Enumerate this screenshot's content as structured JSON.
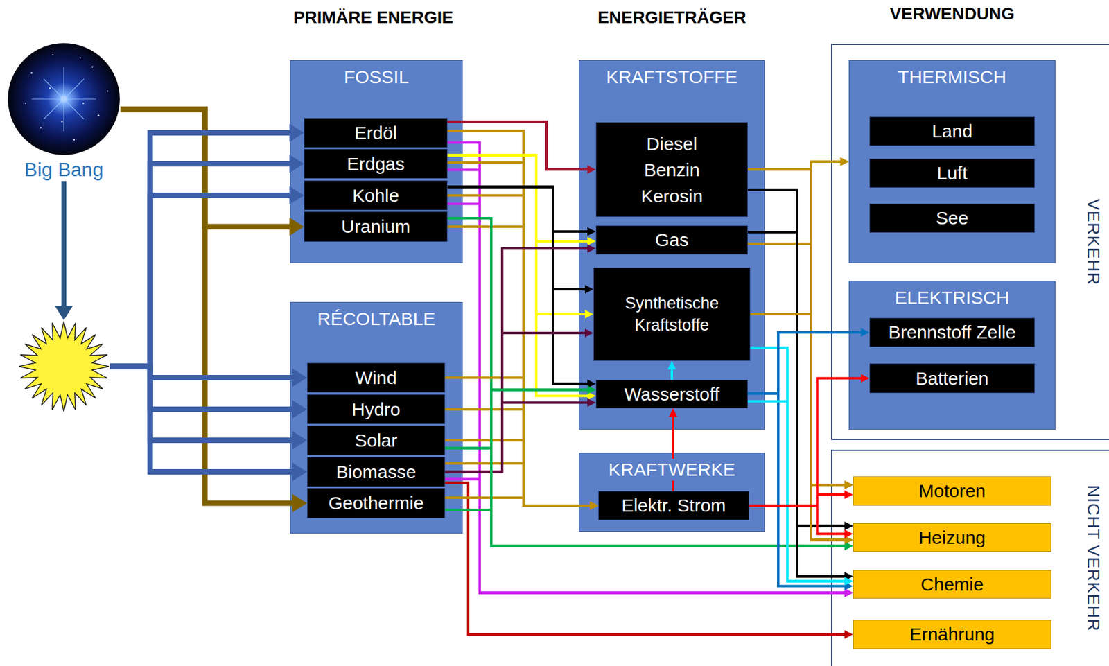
{
  "diagram": {
    "nodes": [
      {
        "text": [
          "Big Bang"
        ]
      },
      {
        "text": []
      },
      {
        "text": [
          "FOSSIL"
        ]
      },
      {
        "text": [
          "Erdöl"
        ],
        "in": 2
      },
      {
        "text": [
          "Erdgas"
        ],
        "in": 2
      },
      {
        "text": [
          "Kohle"
        ],
        "in": 2
      },
      {
        "text": [
          "Uranium"
        ],
        "in": 2
      },
      {
        "text": [
          "RÉCOLTABLE"
        ]
      },
      {
        "text": [
          "Wind"
        ],
        "in": 7
      },
      {
        "text": [
          "Hydro"
        ],
        "in": 7
      },
      {
        "text": [
          "Solar"
        ],
        "in": 7
      },
      {
        "text": [
          "Biomasse"
        ],
        "in": 7
      },
      {
        "text": [
          "Geothermie"
        ],
        "in": 7
      },
      {
        "text": [
          "KRAFTSTOFFE"
        ]
      },
      {
        "text": [
          "Diesel Benzin Kerosin"
        ],
        "in": 13
      },
      {
        "text": [
          "Gas"
        ],
        "in": 13
      },
      {
        "text": [
          "Synthetische Kraftstoffe"
        ],
        "in": 13
      },
      {
        "text": [
          "Wasserstoff"
        ],
        "in": 13
      },
      {
        "text": [
          "KRAFTWERKE"
        ]
      },
      {
        "text": [
          "Elektr. Strom"
        ],
        "in": 18
      },
      {
        "text": [
          "VERKEHR"
        ]
      },
      {
        "text": [
          "THERMISCH"
        ],
        "in": 20
      },
      {
        "text": [
          "Land"
        ],
        "in": 21
      },
      {
        "text": [
          "Luft"
        ],
        "in": 21
      },
      {
        "text": [
          "See"
        ],
        "in": 21
      },
      {
        "text": [
          "ELEKTRISCH"
        ],
        "in": 20
      },
      {
        "text": [
          "Brennstoff Zelle"
        ],
        "in": 25
      },
      {
        "text": [
          "Batterien"
        ],
        "in": 25
      },
      {
        "text": [
          "NICHT VERKEHR"
        ]
      },
      {
        "text": [
          "Motoren"
        ],
        "in": 28
      },
      {
        "text": [
          "Heizung"
        ],
        "in": 28
      },
      {
        "text": [
          "Chemie"
        ],
        "in": 28
      },
      {
        "text": [
          "Ernährung"
        ],
        "in": 28
      }
    ],
    "edges": [
      {
        "from": 0,
        "to": 1,
        "arrow": "to"
      },
      {
        "from": 0,
        "to": 6,
        "arrow": "to"
      },
      {
        "from": 0,
        "to": 12,
        "arrow": "to"
      },
      {
        "from": 1,
        "to": 3,
        "arrow": "to"
      },
      {
        "from": 1,
        "to": 4,
        "arrow": "to"
      },
      {
        "from": 1,
        "to": 5,
        "arrow": "to"
      },
      {
        "from": 1,
        "to": 8,
        "arrow": "to"
      },
      {
        "from": 1,
        "to": 9,
        "arrow": "to"
      },
      {
        "from": 1,
        "to": 10,
        "arrow": "to"
      },
      {
        "from": 1,
        "to": 11,
        "arrow": "to"
      },
      {
        "from": 3,
        "to": 14,
        "arrow": "to"
      },
      {
        "from": 3,
        "to": 19,
        "arrow": "to"
      },
      {
        "from": 3,
        "to": 31,
        "arrow": "to"
      },
      {
        "from": 4,
        "to": 15,
        "arrow": "to"
      },
      {
        "from": 4,
        "to": 16,
        "arrow": "to"
      },
      {
        "from": 4,
        "to": 17,
        "arrow": "to"
      },
      {
        "from": 4,
        "to": 19,
        "arrow": "to"
      },
      {
        "from": 4,
        "to": 31,
        "arrow": "to"
      },
      {
        "from": 5,
        "to": 15,
        "arrow": "to"
      },
      {
        "from": 5,
        "to": 16,
        "arrow": "to"
      },
      {
        "from": 5,
        "to": 17,
        "arrow": "to"
      },
      {
        "from": 5,
        "to": 19,
        "arrow": "to"
      },
      {
        "from": 5,
        "to": 31,
        "arrow": "to"
      },
      {
        "from": 6,
        "to": 19,
        "arrow": "to"
      },
      {
        "from": 6,
        "to": 17,
        "arrow": "to"
      },
      {
        "from": 6,
        "to": 30,
        "arrow": "to"
      },
      {
        "from": 8,
        "to": 19,
        "arrow": "to"
      },
      {
        "from": 9,
        "to": 19,
        "arrow": "to"
      },
      {
        "from": 10,
        "to": 19,
        "arrow": "to"
      },
      {
        "from": 10,
        "to": 17,
        "arrow": "to"
      },
      {
        "from": 10,
        "to": 30,
        "arrow": "to"
      },
      {
        "from": 11,
        "to": 19,
        "arrow": "to"
      },
      {
        "from": 11,
        "to": 15,
        "arrow": "to"
      },
      {
        "from": 11,
        "to": 16,
        "arrow": "to"
      },
      {
        "from": 11,
        "to": 17,
        "arrow": "to"
      },
      {
        "from": 11,
        "to": 31,
        "arrow": "to"
      },
      {
        "from": 11,
        "to": 32,
        "arrow": "to"
      },
      {
        "from": 12,
        "to": 19,
        "arrow": "to"
      },
      {
        "from": 12,
        "to": 17,
        "arrow": "to"
      },
      {
        "from": 12,
        "to": 30,
        "arrow": "to"
      },
      {
        "from": 14,
        "to": 21,
        "arrow": "to"
      },
      {
        "from": 14,
        "to": 29,
        "arrow": "to"
      },
      {
        "from": 14,
        "to": 30,
        "arrow": "to"
      },
      {
        "from": 14,
        "to": 30,
        "arrow": "to"
      },
      {
        "from": 14,
        "to": 31,
        "arrow": "to"
      },
      {
        "from": 15,
        "to": 21,
        "arrow": "to"
      },
      {
        "from": 15,
        "to": 29,
        "arrow": "to"
      },
      {
        "from": 15,
        "to": 30,
        "arrow": "to"
      },
      {
        "from": 15,
        "to": 30,
        "arrow": "to"
      },
      {
        "from": 15,
        "to": 31,
        "arrow": "to"
      },
      {
        "from": 16,
        "to": 21,
        "arrow": "to"
      },
      {
        "from": 16,
        "to": 29,
        "arrow": "to"
      },
      {
        "from": 16,
        "to": 30,
        "arrow": "to"
      },
      {
        "from": 16,
        "to": 31,
        "arrow": "to"
      },
      {
        "from": 17,
        "to": 16,
        "arrow": "to"
      },
      {
        "from": 17,
        "to": 26,
        "arrow": "to"
      },
      {
        "from": 17,
        "to": 31,
        "arrow": "to"
      },
      {
        "from": 17,
        "to": 31,
        "arrow": "to"
      },
      {
        "from": 19,
        "to": 17,
        "arrow": "to"
      },
      {
        "from": 19,
        "to": 27,
        "arrow": "to"
      },
      {
        "from": 19,
        "to": 29,
        "arrow": "to"
      },
      {
        "from": 19,
        "to": 30,
        "arrow": "to"
      }
    ],
    "labels": [
      "PRIMÄRE ENERGIE",
      "ENERGIETRÄGER",
      "VERWENDUNG"
    ]
  }
}
